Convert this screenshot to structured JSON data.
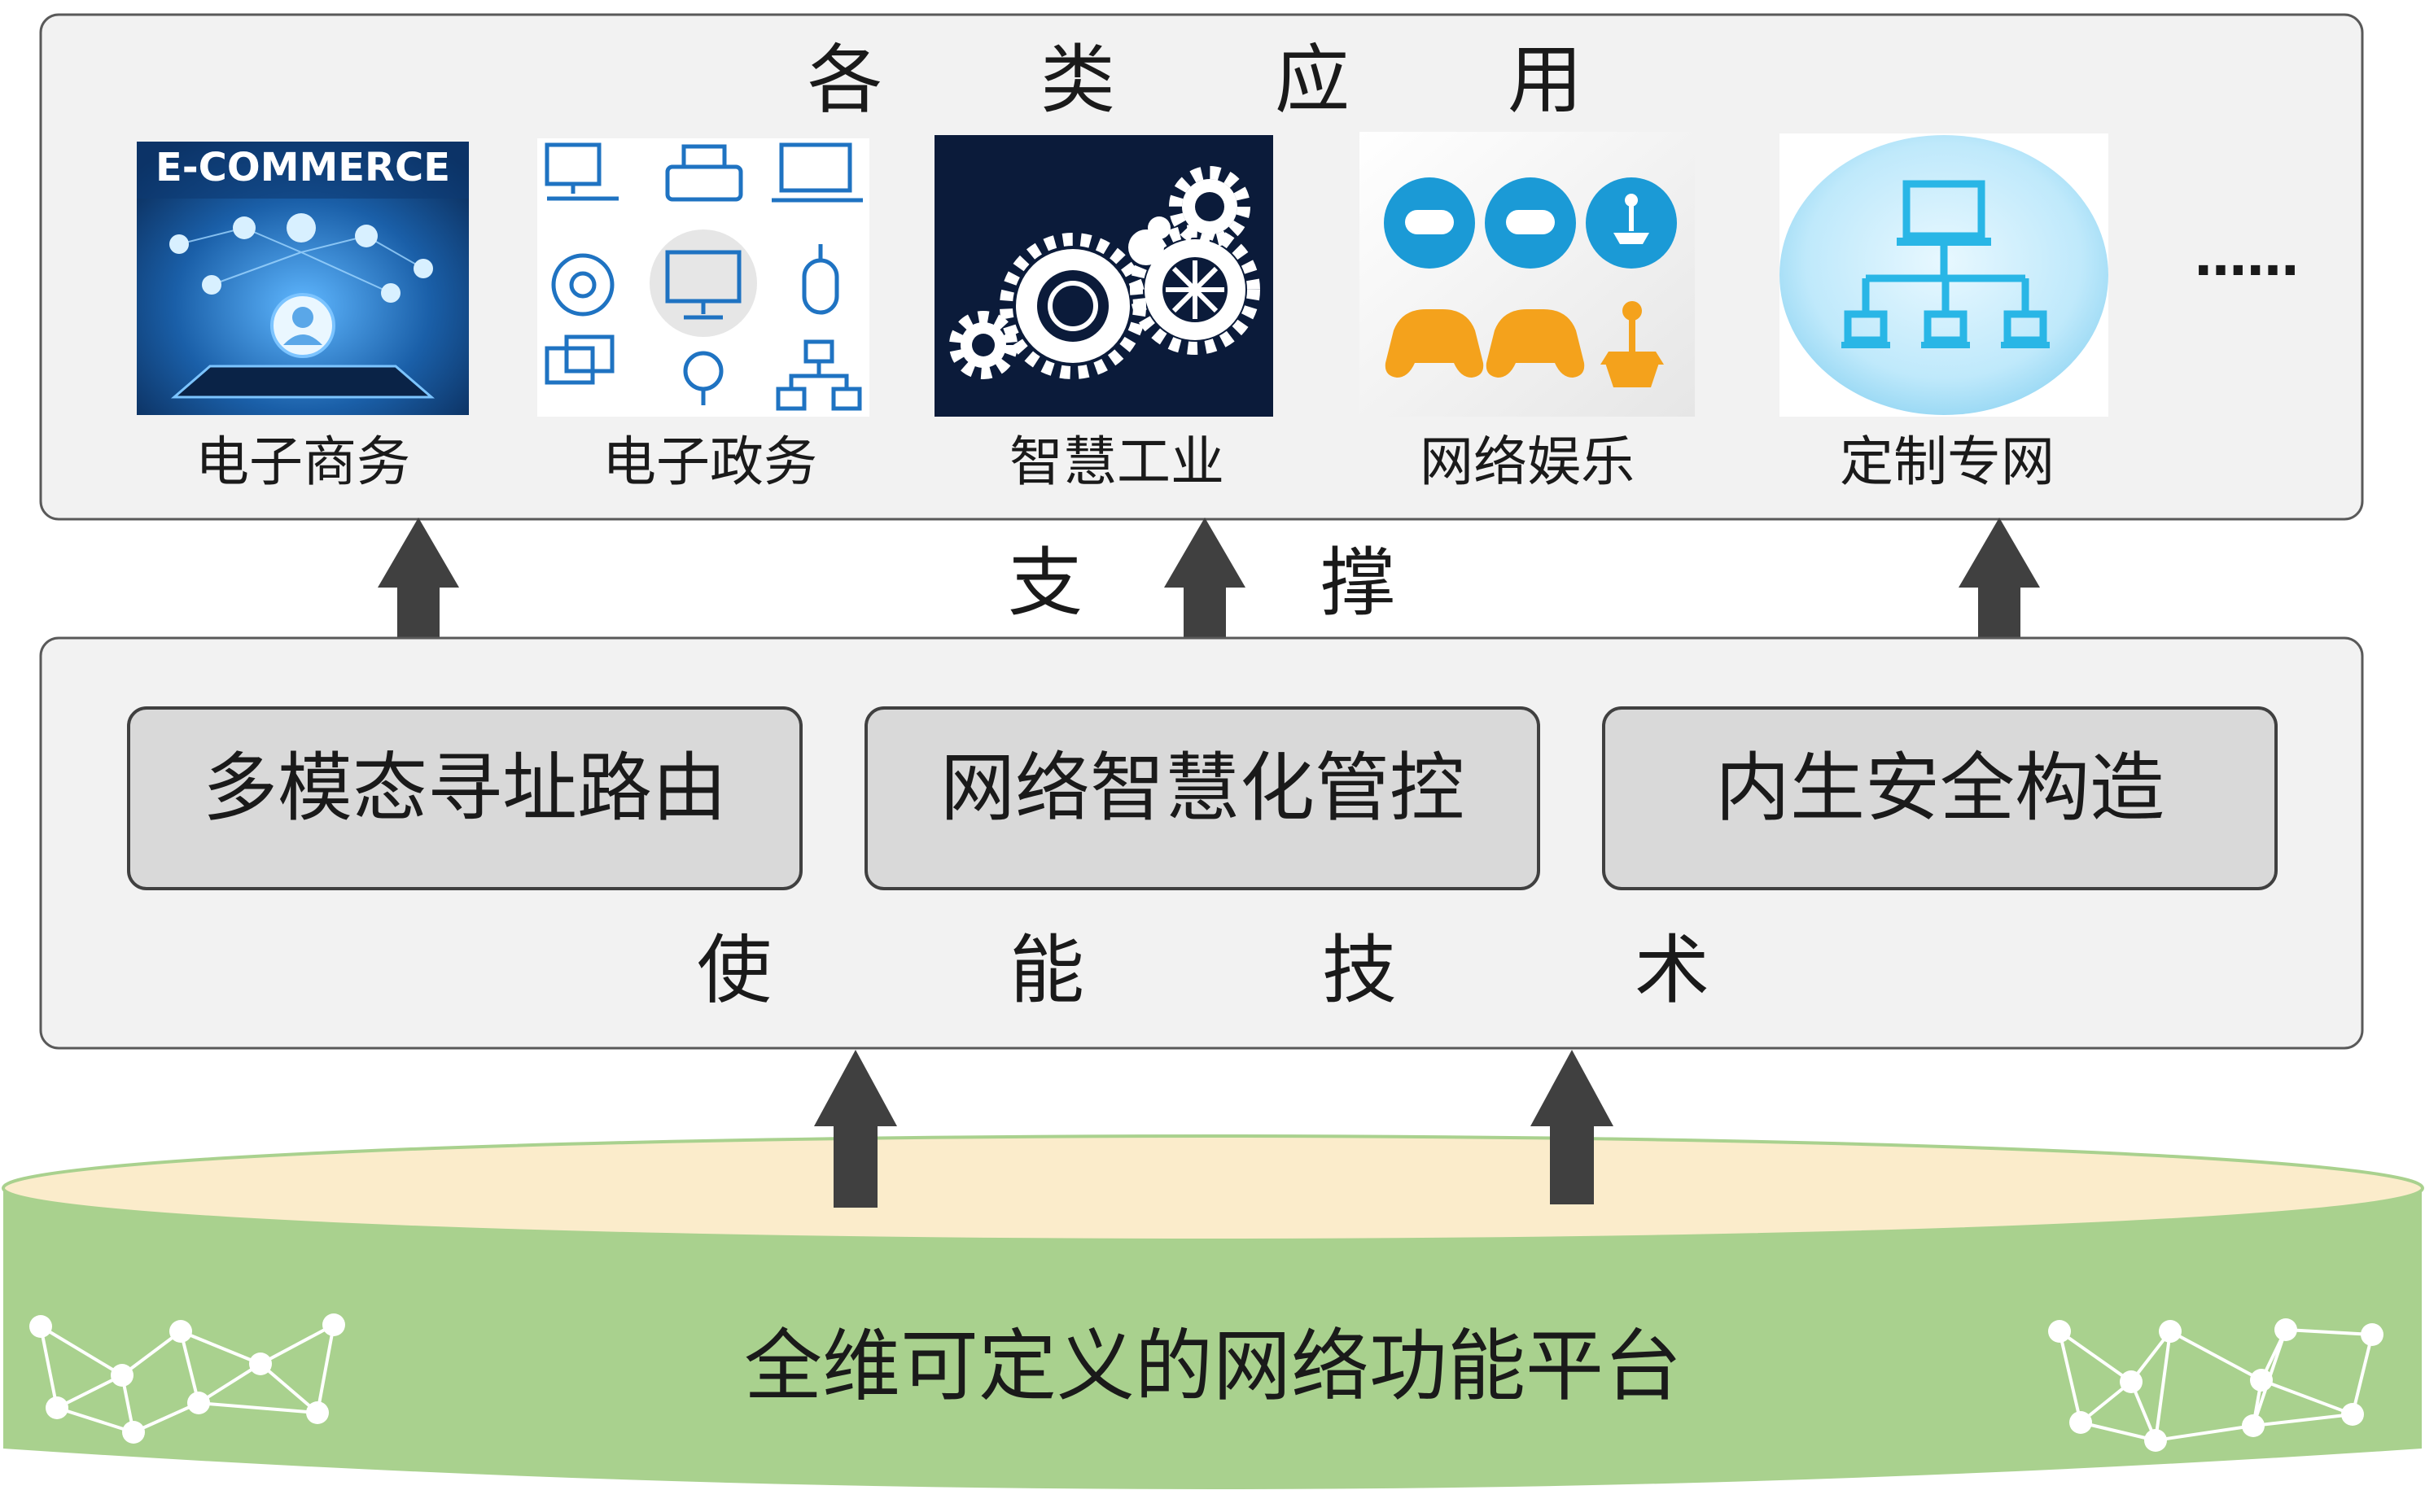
{
  "applications": {
    "title_chars": [
      "各",
      "类",
      "应",
      "用"
    ],
    "items": [
      {
        "label": "电子商务",
        "image_text": "E-COMMERCE",
        "icon": "ecommerce-image"
      },
      {
        "label": "电子政务",
        "icon": "egovernment-devices-image"
      },
      {
        "label": "智慧工业",
        "icon": "gears-image"
      },
      {
        "label": "网络娱乐",
        "icon": "game-controllers-image"
      },
      {
        "label": "定制专网",
        "icon": "network-topology-image"
      }
    ],
    "ellipsis": "……"
  },
  "support": {
    "chars": [
      "支",
      "撑"
    ]
  },
  "enabling": {
    "technologies": [
      "多模态寻址路由",
      "网络智慧化管控",
      "内生安全构造"
    ],
    "chars": [
      "使",
      "能",
      "技",
      "术"
    ]
  },
  "platform": {
    "label": "全维可定义的网络功能平台"
  },
  "colors": {
    "panel_fill": "#f2f2f2",
    "tech_box_fill": "#d9d9d9",
    "arrow": "#404040",
    "platform_green": "#a9d18e",
    "platform_top": "#fbeccb",
    "ecommerce_blue": "#0d3b73",
    "icon_blue": "#1f73c2",
    "gear_bg": "#0b1b3a",
    "game_blue": "#1b9ad6",
    "game_orange": "#f4a21c",
    "topology_cyan": "#29b6e6"
  }
}
